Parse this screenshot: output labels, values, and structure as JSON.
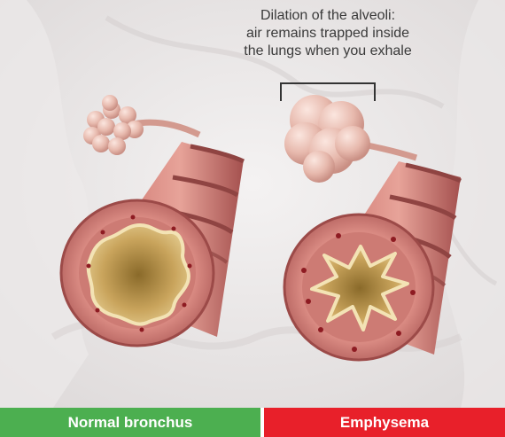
{
  "caption": {
    "lines": [
      "Dilation of the alveoli:",
      "air remains trapped inside",
      "the lungs when you exhale"
    ]
  },
  "labels": {
    "normal": "Normal bronchus",
    "emphysema": "Emphysema"
  },
  "colors": {
    "normal_bar": "#4caf50",
    "emphysema_bar": "#e8202a",
    "tube_wall": "#c77670",
    "tube_dark": "#a0524f",
    "lumen": "#c9a45c",
    "alveoli": "#ecc1b6",
    "background_body": "#e9e6e6"
  }
}
